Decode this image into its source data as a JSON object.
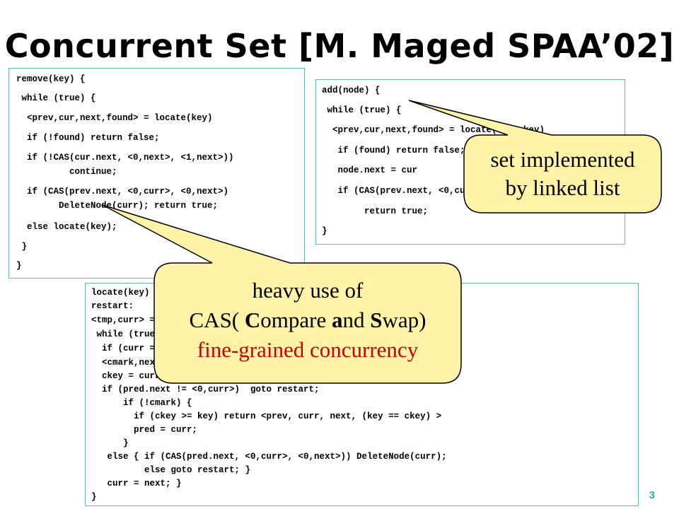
{
  "slide": {
    "title": "Concurrent Set [M. Maged SPAA’02]",
    "page_number": "3"
  },
  "remove_box": {
    "lines": [
      "remove(key) {",
      " while (true) {",
      "  <prev,cur,next,found> = locate(key)",
      "  if (!found) return false;",
      "  if (!CAS(cur.next, <0,next>, <1,next>))",
      "          continue;",
      "  if (CAS(prev.next, <0,curr>, <0,next>)",
      "        DeleteNode(curr); return true;",
      "  else locate(key);",
      " }",
      "}"
    ]
  },
  "add_box": {
    "lines": [
      "add(node) {",
      " while (true) {",
      "  <prev,cur,next,found> = locate(node.key)",
      "   if (found) return false;",
      "   node.next = cur",
      "   if (CAS(prev.next, <0,cur>, <0,node>))",
      "        return true;",
      "}"
    ]
  },
  "locate_box": {
    "lines": [
      "locate(key) {",
      "restart:",
      "<tmp,curr> = <pred.next>;",
      " while (true) {",
      "  if (curr == NULL) return <prev, curr, NULL, false>;",
      "  <cmark,next> = curr.next;",
      "  ckey = curr.key;",
      "  if (pred.next != <0,curr>)  goto restart;",
      "      if (!cmark) {",
      "        if (ckey >= key) return <prev, curr, next, (key == ckey) >",
      "        pred = curr;",
      "      }",
      "   else { if (CAS(pred.next, <0,curr>, <0,next>)) DeleteNode(curr);",
      "          else goto restart; }",
      "   curr = next; }",
      "}"
    ]
  },
  "callout_linked_list": {
    "line1": "set implemented",
    "line2": "by linked list"
  },
  "callout_cas": {
    "line1": "heavy use of",
    "line2_prefix": "CAS( ",
    "line2_c": "C",
    "line2_mid1": "ompare ",
    "line2_and": "a",
    "line2_mid2": "nd ",
    "line2_s": "S",
    "line2_suffix": "wap)",
    "line3": "fine-grained concurrency"
  },
  "colors": {
    "box_border": "#5fbfb8",
    "callout_fill": "#fff3a8",
    "callout_stroke": "#000000",
    "highlight_red": "#cc0000",
    "page_number": "#3aa6a0"
  }
}
